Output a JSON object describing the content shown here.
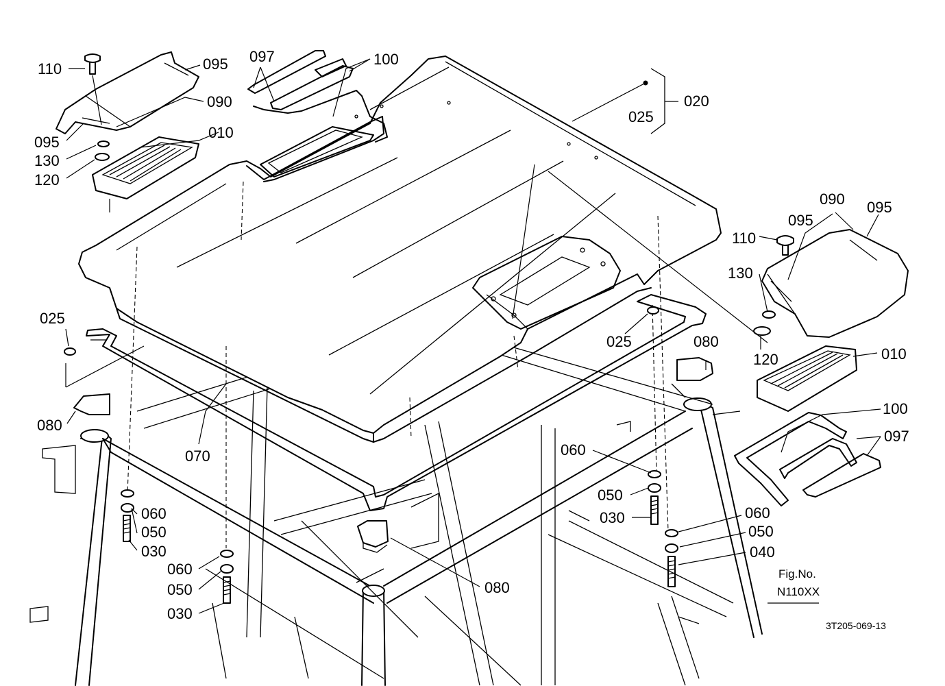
{
  "parts": {
    "p110a": "110",
    "p095a": "095",
    "p090a": "090",
    "p095b": "095",
    "p130a": "130",
    "p120a": "120",
    "p010a": "010",
    "p097a": "097",
    "p100a": "100",
    "p020": "020",
    "p025a": "025",
    "p110b": "110",
    "p095c": "095",
    "p090b": "090",
    "p095d": "095",
    "p130b": "130",
    "p120b": "120",
    "p010b": "010",
    "p100b": "100",
    "p097b": "097",
    "p025b": "025",
    "p025c": "025",
    "p080a": "080",
    "p080b": "080",
    "p080c": "080",
    "p070": "070",
    "p060a": "060",
    "p050a": "050",
    "p030a": "030",
    "p060b": "060",
    "p050b": "050",
    "p030b": "030",
    "p060c": "060",
    "p050c": "050",
    "p030c": "030",
    "p060d": "060",
    "p050d": "050",
    "p040": "040"
  },
  "fig_label": "Fig.No.",
  "fig_number": "N110XX",
  "drawing_code": "3T205-069-13"
}
